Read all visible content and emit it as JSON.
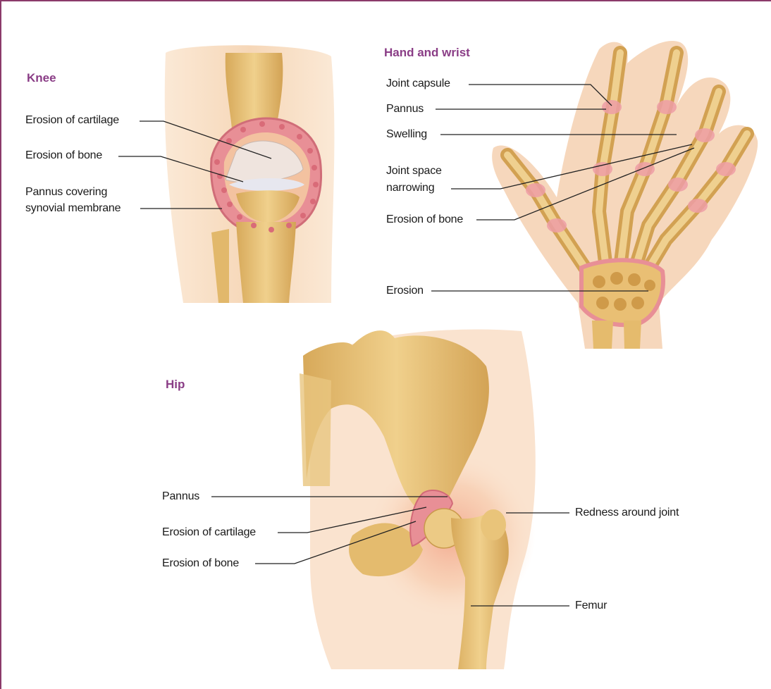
{
  "colors": {
    "border": "#8b3a6a",
    "title": "#8a3d86",
    "bone": "#e9c77f",
    "bone_shadow": "#c99a4a",
    "skin": "#f6dcc2",
    "inflammation": "#e88f96",
    "leader_line": "#222222"
  },
  "knee": {
    "title": "Knee",
    "labels": {
      "erosion_of_cartilage": "Erosion of cartilage",
      "erosion_of_bone": "Erosion of bone",
      "pannus_line1": "Pannus covering",
      "pannus_line2": "synovial membrane"
    }
  },
  "hand": {
    "title": "Hand and wrist",
    "labels": {
      "joint_capsule": "Joint capsule",
      "pannus": "Pannus",
      "swelling": "Swelling",
      "joint_space_line1": "Joint space",
      "joint_space_line2": "narrowing",
      "erosion_of_bone": "Erosion of bone",
      "erosion": "Erosion"
    }
  },
  "hip": {
    "title": "Hip",
    "labels": {
      "pannus": "Pannus",
      "erosion_of_cartilage": "Erosion of cartilage",
      "erosion_of_bone": "Erosion of bone",
      "redness": "Redness around joint",
      "femur": "Femur"
    }
  }
}
